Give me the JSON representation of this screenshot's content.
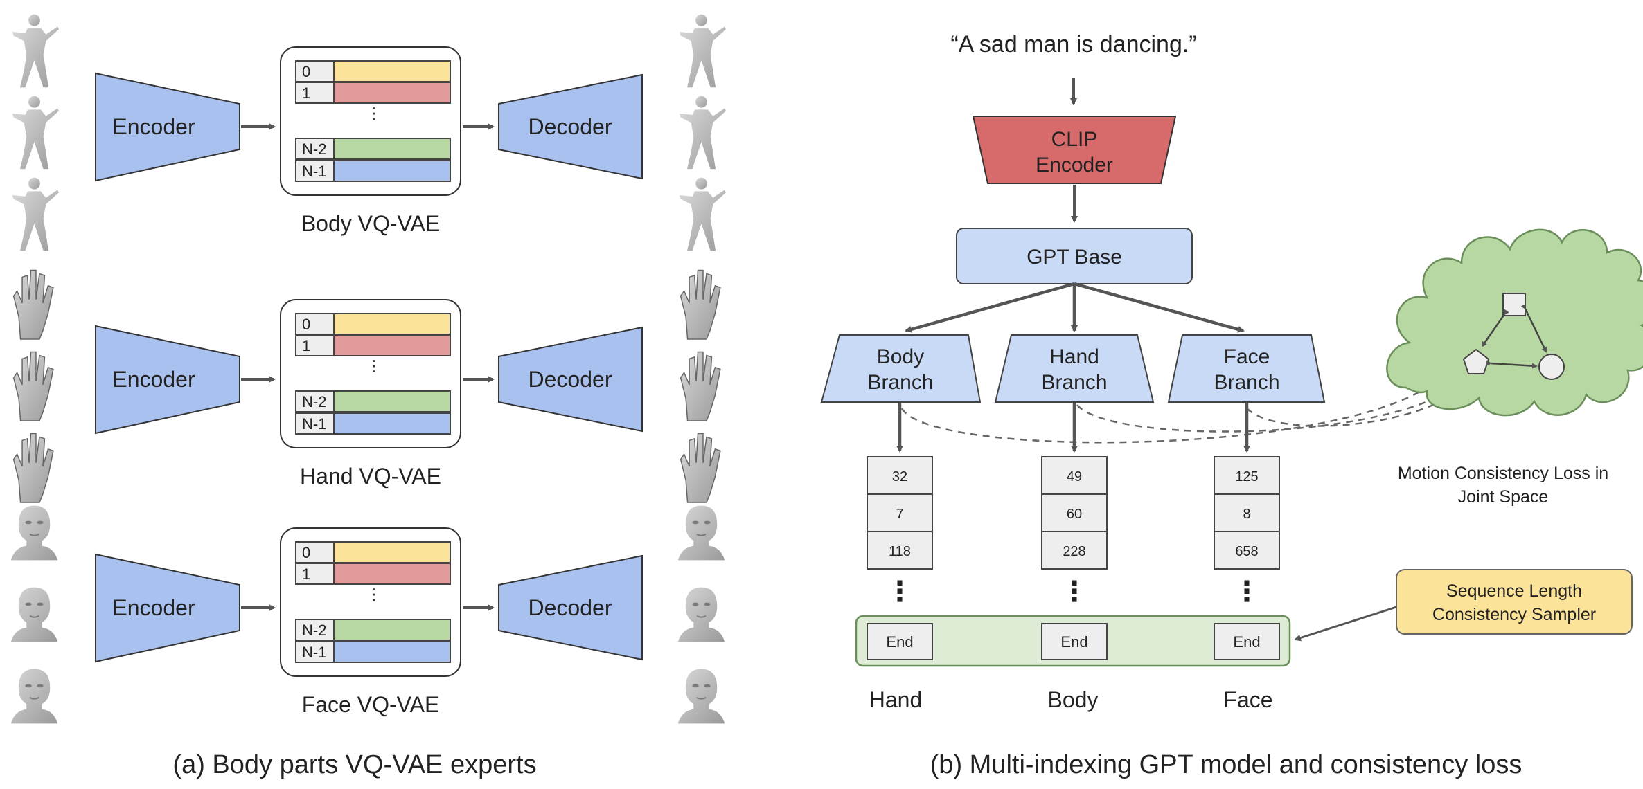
{
  "colors": {
    "encoder_fill": "#a9c1ef",
    "codebook_yellow": "#fbe39a",
    "codebook_red": "#e29a9a",
    "codebook_green": "#b7d8a2",
    "codebook_blue": "#a9c1ef",
    "clip_fill": "#d76a6a",
    "gpt_fill": "#c9daf6",
    "cloud_fill": "#b7d8a2",
    "end_row_fill": "#deecd6",
    "sampler_fill": "#fbe39a",
    "arrow": "#555555"
  },
  "part_a": {
    "caption": "(a) Body parts VQ-VAE experts",
    "vqvaes": [
      {
        "name": "Body VQ-VAE",
        "icon": "body-figure-icon",
        "encoder": "Encoder",
        "decoder": "Decoder",
        "codebook": [
          "0",
          "1",
          "⋮",
          "N-2",
          "N-1"
        ]
      },
      {
        "name": "Hand VQ-VAE",
        "icon": "hand-icon",
        "encoder": "Encoder",
        "decoder": "Decoder",
        "codebook": [
          "0",
          "1",
          "⋮",
          "N-2",
          "N-1"
        ]
      },
      {
        "name": "Face VQ-VAE",
        "icon": "face-head-icon",
        "encoder": "Encoder",
        "decoder": "Decoder",
        "codebook": [
          "0",
          "1",
          "⋮",
          "N-2",
          "N-1"
        ]
      }
    ]
  },
  "part_b": {
    "caption": "(b) Multi-indexing GPT model and consistency loss",
    "prompt": "“A sad man is dancing.”",
    "clip": {
      "line1": "CLIP",
      "line2": "Encoder"
    },
    "gpt_base": "GPT Base",
    "branches": [
      {
        "line1": "Body",
        "line2": "Branch"
      },
      {
        "line1": "Hand",
        "line2": "Branch"
      },
      {
        "line1": "Face",
        "line2": "Branch"
      }
    ],
    "token_columns": [
      {
        "tokens": [
          "32",
          "7",
          "118"
        ],
        "dots": "⋮",
        "end": "End",
        "label": "Hand"
      },
      {
        "tokens": [
          "49",
          "60",
          "228"
        ],
        "dots": "⋮",
        "end": "End",
        "label": "Body"
      },
      {
        "tokens": [
          "125",
          "8",
          "658"
        ],
        "dots": "⋮",
        "end": "End",
        "label": "Face"
      }
    ],
    "loss_caption": [
      "Motion Consistency Loss in",
      "Joint Space"
    ],
    "sampler": [
      "Sequence Length",
      "Consistency Sampler"
    ]
  }
}
